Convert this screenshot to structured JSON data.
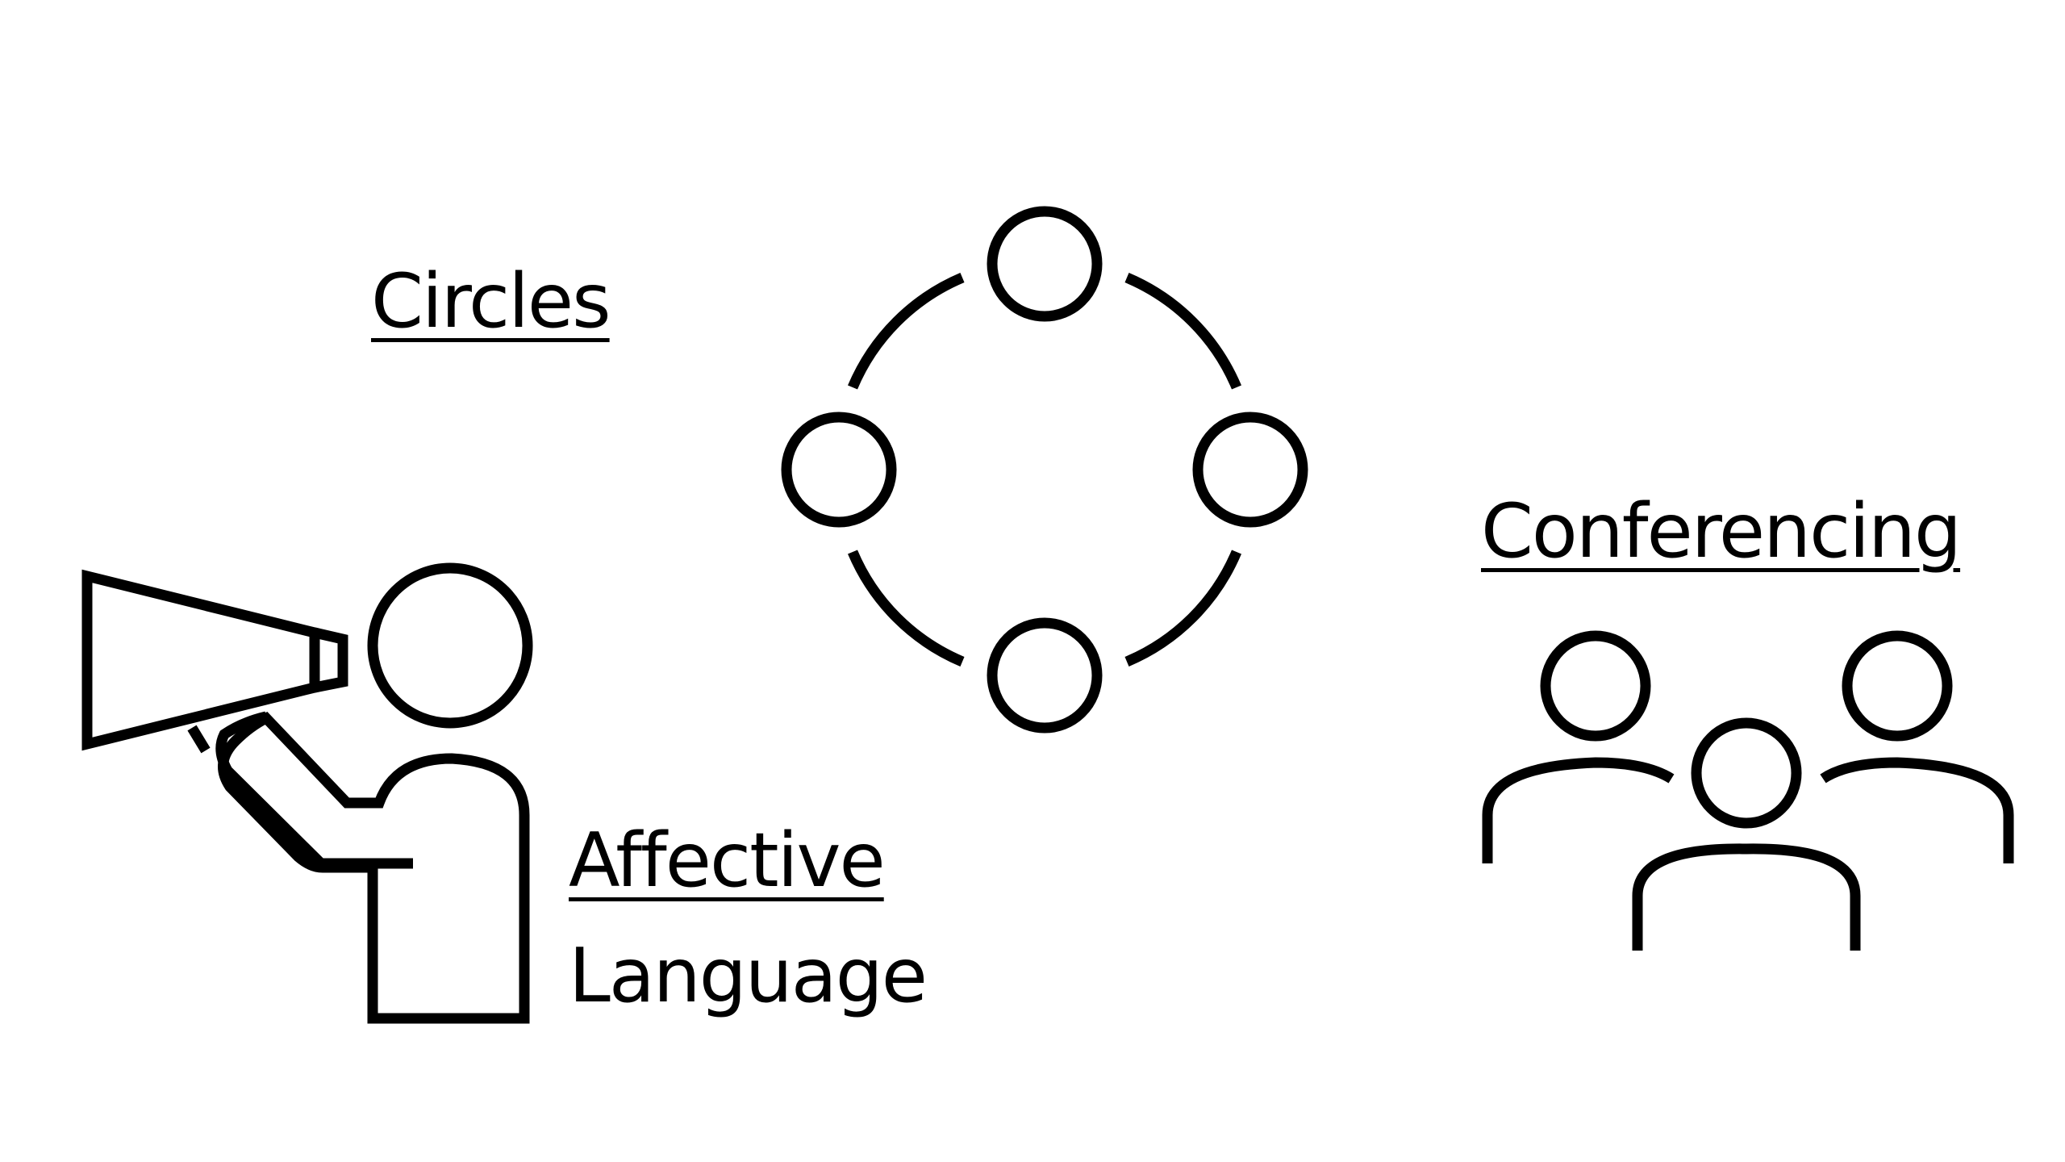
{
  "diagram": {
    "background_color": "#ffffff",
    "stroke_color": "#000000",
    "labels": {
      "circles": "Circles",
      "conferencing": "Conferencing",
      "affective": "Affective",
      "language": "Language"
    },
    "icons": {
      "circle_icon": "circle-of-nodes-icon",
      "megaphone_icon": "person-with-megaphone-icon",
      "group_icon": "group-of-people-icon"
    }
  }
}
